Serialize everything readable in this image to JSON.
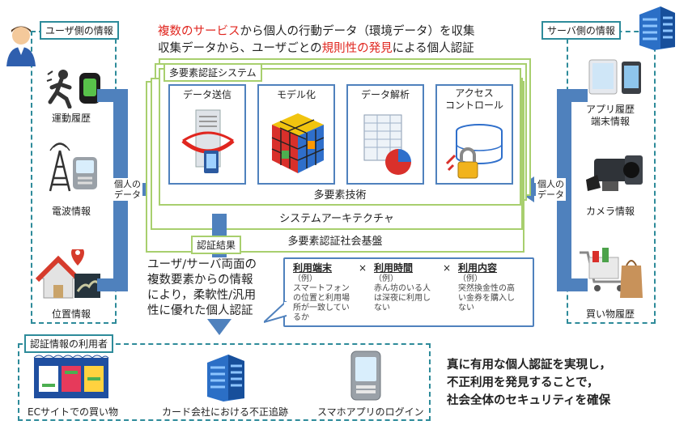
{
  "headline": {
    "line1_red": "複数のサービス",
    "line1_rest": "から個人の行動データ（環境データ）を収集",
    "line2_pre": "収集データから、ユーザごとの",
    "line2_red": "規則性の発見",
    "line2_post": "による個人認証"
  },
  "user_panel": {
    "title": "ユーザ側の情報",
    "items": [
      "運動履歴",
      "電波情報",
      "位置情報"
    ],
    "arrow_label": "個人の\nデータ"
  },
  "server_panel": {
    "title": "サーバ側の情報",
    "items": [
      "アプリ履歴\n端末情報",
      "カメラ情報",
      "買い物履歴"
    ],
    "arrow_label": "個人の\nデータ"
  },
  "system": {
    "title": "多要素認証システム",
    "modules": [
      "データ送信",
      "モデル化",
      "データ解析",
      "アクセス\nコントロール"
    ],
    "layer1": "多要素技術",
    "layer2": "システムアーキテクチャ",
    "layer3": "多要素認証社会基盤",
    "result_label": "認証結果"
  },
  "description": "ユーザ/サーバ両面の\n複数要素からの情報\nにより，柔軟性/汎用\n性に優れた個人認証",
  "factors": [
    {
      "title": "利用端末",
      "example": "（例）\nスマートフォン\nの位置と利用場\n所が一致してい\nるか"
    },
    {
      "title": "利用時間",
      "example": "（例）\n赤ん坊のいる人\nは深夜に利用し\nない"
    },
    {
      "title": "利用内容",
      "example": "（例）\n突然換金性の高\nい金券を購入し\nない"
    }
  ],
  "factor_sep": "×",
  "users_panel": {
    "title": "認証情報の利用者",
    "items": [
      "ECサイトでの買い物",
      "カード会社における不正追跡",
      "スマホアプリのログイン"
    ]
  },
  "conclusion": "真に有用な個人認証を実現し，\n不正利用を発見することで，\n社会全体のセキュリティを確保"
}
